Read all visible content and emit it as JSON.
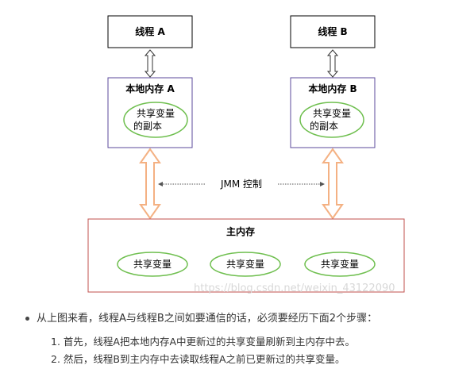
{
  "diagram": {
    "thread_a": "线程 A",
    "thread_b": "线程 B",
    "local_mem_a": "本地内存 A",
    "local_mem_b": "本地内存 B",
    "shared_copy_line1": "共享变量",
    "shared_copy_line2": "的副本",
    "jmm_control": "JMM 控制",
    "main_memory": "主内存",
    "shared_var": "共享变量",
    "watermark": "https://blog.csdn.net/weixin_43122090"
  },
  "text": {
    "intro": "从上图来看，线程A与线程B之间如要通信的话，必须要经历下面2个步骤：",
    "steps": [
      "1. 首先，线程A把本地内存A中更新过的共享变量刷新到主内存中去。",
      "2. 然后，线程B到主内存中去读取线程A之前已更新过的共享变量。"
    ]
  },
  "colors": {
    "thread_box_border": "#000000",
    "local_mem_border": "#5b4a9b",
    "main_mem_border": "#c0504d",
    "ellipse_fill": "#ffffff",
    "ellipse_border": "#6fbf4f",
    "arrow_orange": "#f4b183",
    "arrow_gray": "#555555"
  }
}
